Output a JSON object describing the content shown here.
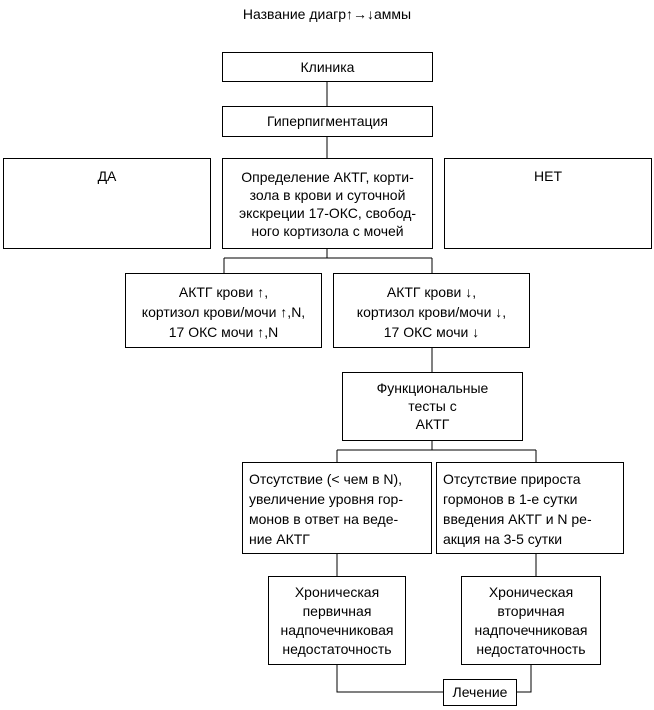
{
  "title": "Название диагр↑→↓аммы",
  "nodes": {
    "clinic": "Клиника",
    "hyperpigmentation": "Гиперпигментация",
    "yes": "ДА",
    "determination": [
      "Определение АКТГ, корти-",
      "зола в крови и суточной",
      "экскреции 17-ОКС, свобод-",
      "ного кортизола с мочей"
    ],
    "no": "НЕТ",
    "acth_high": [
      "АКТГ крови ↑,",
      "кортизол крови/мочи ↑,N,",
      "17 ОКС мочи ↑,N"
    ],
    "acth_low": [
      "АКТГ крови ↓,",
      "кортизол крови/мочи ↓,",
      "17 ОКС мочи ↓"
    ],
    "functional_tests": [
      "Функциональные",
      "тесты с",
      "АКТГ"
    ],
    "absence_response": [
      "Отсутствие (< чем в N),",
      "увеличение уровня гор-",
      "монов в ответ на веде-",
      "ние АКТГ"
    ],
    "absence_growth": [
      "Отсутствие прироста",
      "гормонов в 1-е сутки",
      "введения АКТГ и N ре-",
      "акция на 3-5 сутки"
    ],
    "primary_insufficiency": [
      "Хроническая",
      "первичная",
      "надпочечниковая",
      "недостаточность"
    ],
    "secondary_insufficiency": [
      "Хроническая",
      "вторичная",
      "надпочечниковая",
      "недостаточность"
    ],
    "treatment": "Лечение"
  }
}
